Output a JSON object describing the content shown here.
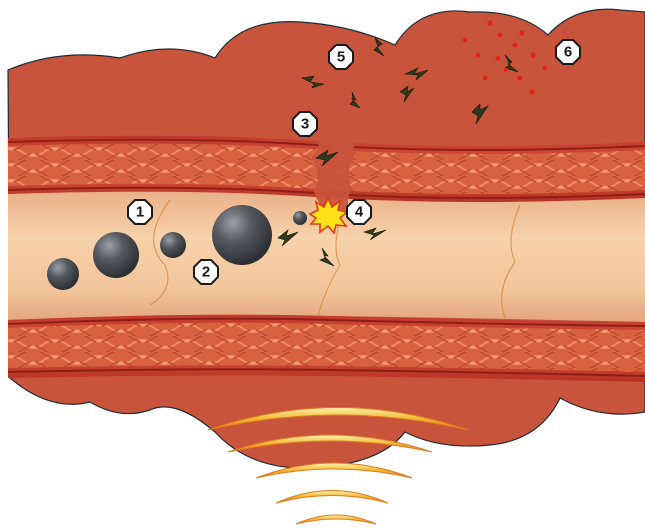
{
  "diagram": {
    "labels": [
      "1",
      "2",
      "3",
      "4",
      "5",
      "6"
    ]
  },
  "colors": {
    "tissue": "#c8543c",
    "tissue_outline": "#1f2d3a",
    "vessel_wall": "#c0392b",
    "vessel_wall_dark": "#8e1f16",
    "lumen": "#f3c9a0",
    "bubble": "#4a4d52",
    "shrapnel": "#2f3a1c",
    "blood_drop": "#e0241b",
    "wave": "#f2b832",
    "flash": "#ffe11a"
  }
}
